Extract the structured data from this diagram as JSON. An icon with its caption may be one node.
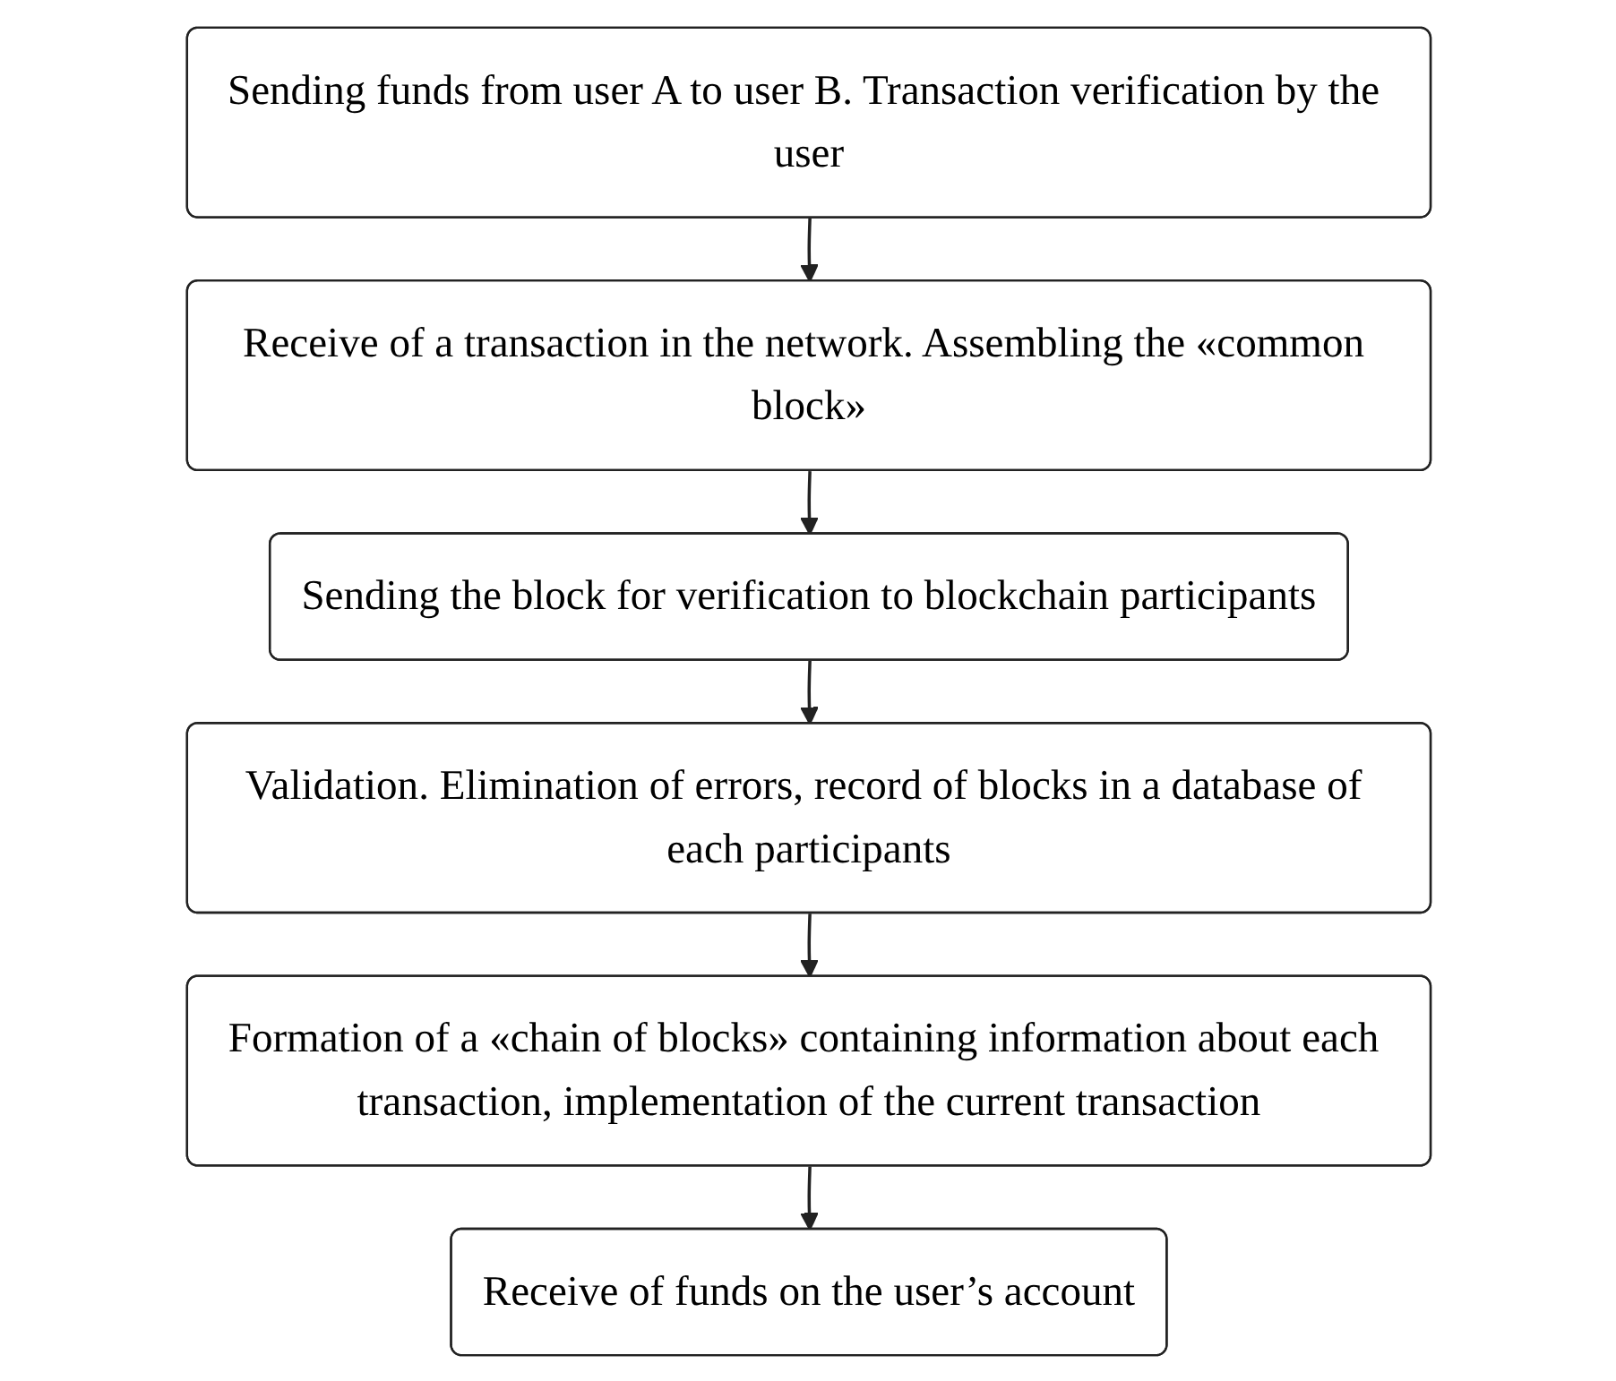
{
  "diagram": {
    "nodes": [
      {
        "text": [
          "Sending funds from user A to user B. Transaction verification by the user"
        ]
      },
      {
        "text": [
          "Receive of a transaction in the network. Assembling the «common block»"
        ]
      },
      {
        "text": [
          "Sending the block for verification to blockchain participants"
        ]
      },
      {
        "text": [
          "Validation. Elimination of errors, record of blocks in a database of each participants"
        ]
      },
      {
        "text": [
          "Formation of a «chain of blocks» containing information about each transaction, implementation of the current transaction"
        ]
      },
      {
        "text": [
          "Receive of funds on the user’s account"
        ]
      }
    ],
    "edges": [
      {
        "from": 0,
        "to": 1,
        "arrow": "to"
      },
      {
        "from": 1,
        "to": 2,
        "arrow": "to"
      },
      {
        "from": 2,
        "to": 3,
        "arrow": "to"
      },
      {
        "from": 3,
        "to": 4,
        "arrow": "to"
      },
      {
        "from": 4,
        "to": 5,
        "arrow": "to"
      }
    ]
  }
}
